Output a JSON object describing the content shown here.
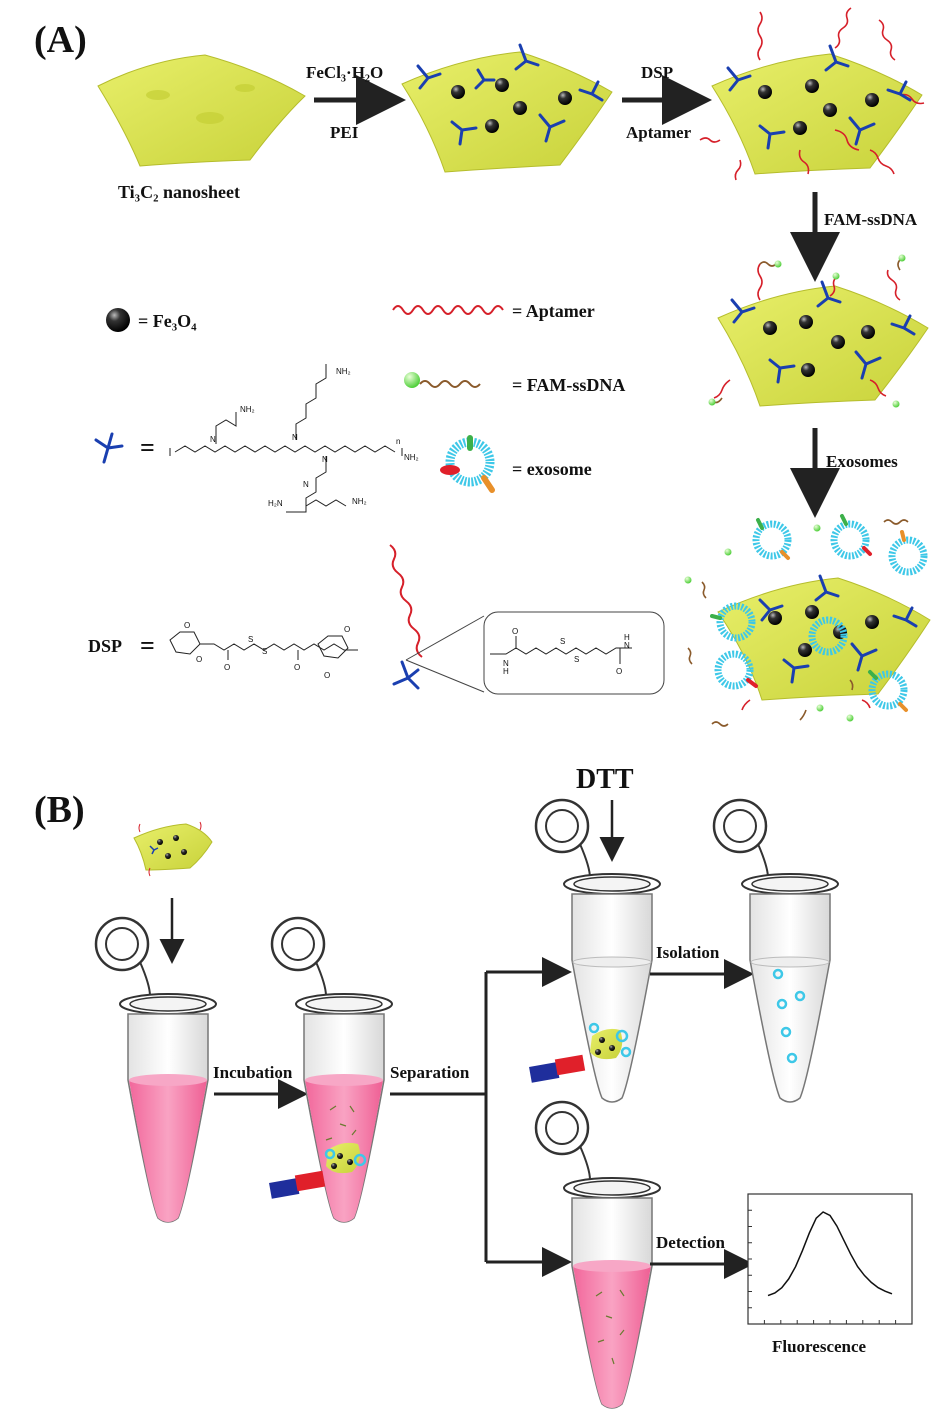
{
  "panel_a": {
    "label": "(A)",
    "nanosheet_label": "Ti₃C₂ nanosheet",
    "step1_top": "FeCl₃·H₂O",
    "step1_bottom": "PEI",
    "step2_top": "DSP",
    "step2_bottom": "Aptamer",
    "step3": "FAM-ssDNA",
    "step4": "Exosomes",
    "legend": {
      "fe3o4": "= Fe₃O₄",
      "aptamer": "= Aptamer",
      "fam_ssdna": "= FAM-ssDNA",
      "exosome": "= exosome",
      "pei_eq": "=",
      "dsp": "DSP",
      "dsp_eq": "="
    },
    "pei_atoms": {
      "nh2": "NH₂",
      "n": "N",
      "h2n": "H₂N",
      "nh": "N",
      "h": "H",
      "o": "O",
      "s": "S",
      "n_sub": "n"
    }
  },
  "panel_b": {
    "label": "(B)",
    "incubation": "Incubation",
    "separation": "Separation",
    "dtt": "DTT",
    "isolation": "Isolation",
    "detection": "Detection",
    "fluorescence": "Fluorescence"
  },
  "colors": {
    "sheet": "#d9e34a",
    "pei": "#1a3fb0",
    "aptamer": "#d6202a",
    "fam_ball": "#66dd55",
    "ssdna": "#8a5a2b",
    "exosome": "#3ec8e8",
    "liquid_pink": "#f06b9e",
    "magnet_blue": "#1f2e9c",
    "magnet_red": "#e0202a",
    "arrow": "#222222"
  },
  "chart_data": {
    "type": "line",
    "title": "",
    "xlabel": "Fluorescence",
    "ylabel": "",
    "series": [
      {
        "values": [
          0.05,
          0.08,
          0.14,
          0.24,
          0.38,
          0.56,
          0.76,
          0.93,
          1.0,
          0.96,
          0.84,
          0.68,
          0.52,
          0.38,
          0.28,
          0.2,
          0.14,
          0.1,
          0.07
        ]
      }
    ]
  }
}
